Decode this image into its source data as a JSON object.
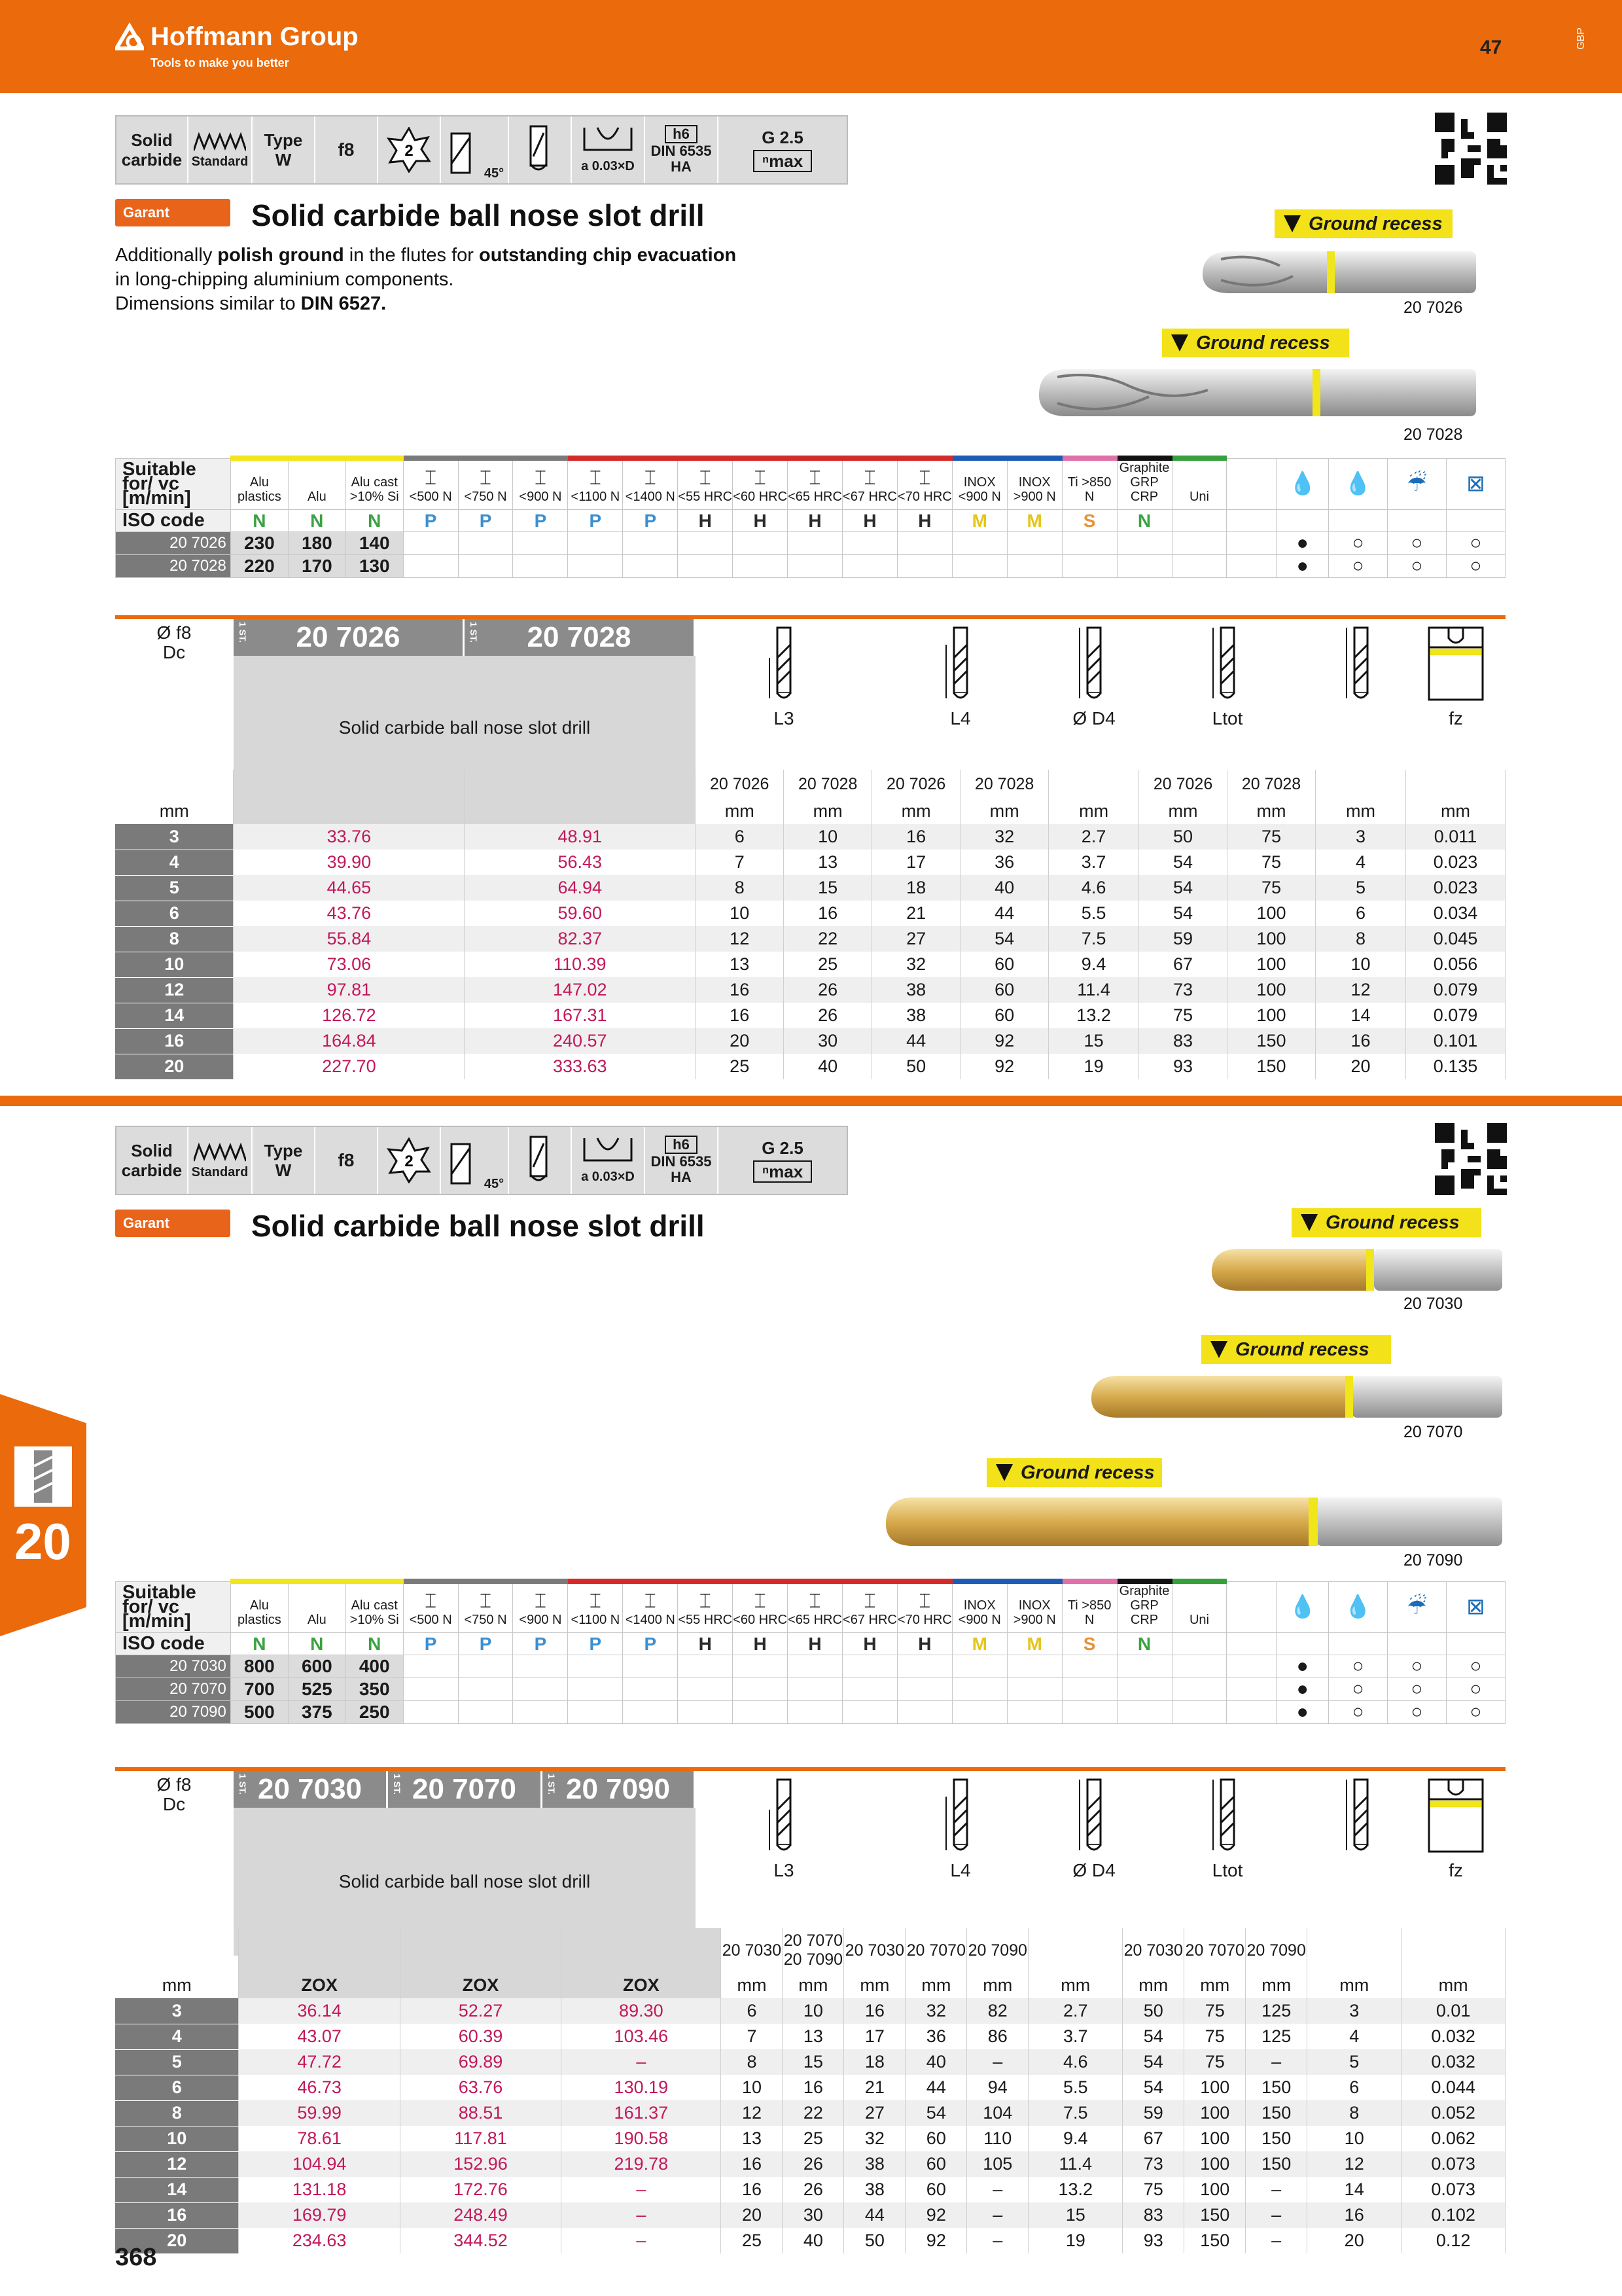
{
  "header": {
    "brand": "Hoffmann Group",
    "tagline": "Tools to make you better",
    "page_top": "47",
    "lang": "GBP"
  },
  "strip": {
    "solid": "Solid carbide",
    "standard": "Standard",
    "type": "Type",
    "type_val": "W",
    "tol": "f8",
    "flutes": "2",
    "angle": "45°",
    "ae": "a  0.03×D",
    "shank_h6": "h6",
    "shank_din": "DIN 6535 HA",
    "g25": "G 2.5",
    "nmax": "ⁿmax"
  },
  "brand_badge": "Garant",
  "section1": {
    "title": "Solid carbide ball nose slot drill",
    "desc_1a": "Additionally ",
    "desc_1b": "polish ground",
    "desc_1c": " in the flutes for ",
    "desc_1d": "outstanding chip evacuation",
    "desc_2": "in long-chipping aluminium components.",
    "desc_3a": "Dimensions similar to ",
    "desc_3b": "DIN 6527.",
    "recess": "Ground recess",
    "img_arts": [
      "20 7026",
      "20 7028"
    ],
    "rows": [
      [
        "20 7026",
        "230",
        "180",
        "140"
      ],
      [
        "20 7028",
        "220",
        "170",
        "130"
      ]
    ],
    "rows_cool": [
      [
        "●",
        "○",
        "○",
        "○"
      ],
      [
        "●",
        "○",
        "○",
        "○"
      ]
    ],
    "art_heads": [
      "20 7026",
      "20 7028"
    ],
    "art_desc": "Solid carbide ball nose slot drill",
    "sub_heads": [
      "20 7026",
      "20 7028",
      "20 7026",
      "20 7028",
      "",
      "20 7026",
      "20 7028",
      "",
      ""
    ],
    "data": [
      [
        "3",
        "33.76",
        "48.91",
        "6",
        "10",
        "16",
        "32",
        "2.7",
        "50",
        "75",
        "3",
        "0.011"
      ],
      [
        "4",
        "39.90",
        "56.43",
        "7",
        "13",
        "17",
        "36",
        "3.7",
        "54",
        "75",
        "4",
        "0.023"
      ],
      [
        "5",
        "44.65",
        "64.94",
        "8",
        "15",
        "18",
        "40",
        "4.6",
        "54",
        "75",
        "5",
        "0.023"
      ],
      [
        "6",
        "43.76",
        "59.60",
        "10",
        "16",
        "21",
        "44",
        "5.5",
        "54",
        "100",
        "6",
        "0.034"
      ],
      [
        "8",
        "55.84",
        "82.37",
        "12",
        "22",
        "27",
        "54",
        "7.5",
        "59",
        "100",
        "8",
        "0.045"
      ],
      [
        "10",
        "73.06",
        "110.39",
        "13",
        "25",
        "32",
        "60",
        "9.4",
        "67",
        "100",
        "10",
        "0.056"
      ],
      [
        "12",
        "97.81",
        "147.02",
        "16",
        "26",
        "38",
        "60",
        "11.4",
        "73",
        "100",
        "12",
        "0.079"
      ],
      [
        "14",
        "126.72",
        "167.31",
        "16",
        "26",
        "38",
        "60",
        "13.2",
        "75",
        "100",
        "14",
        "0.079"
      ],
      [
        "16",
        "164.84",
        "240.57",
        "20",
        "30",
        "44",
        "92",
        "15",
        "83",
        "150",
        "16",
        "0.101"
      ],
      [
        "20",
        "227.70",
        "333.63",
        "25",
        "40",
        "50",
        "92",
        "19",
        "93",
        "150",
        "20",
        "0.135"
      ]
    ]
  },
  "section2": {
    "title": "Solid carbide ball nose slot drill",
    "recess": "Ground recess",
    "img_arts": [
      "20 7030",
      "20 7070",
      "20 7090"
    ],
    "rows": [
      [
        "20 7030",
        "800",
        "600",
        "400"
      ],
      [
        "20 7070",
        "700",
        "525",
        "350"
      ],
      [
        "20 7090",
        "500",
        "375",
        "250"
      ]
    ],
    "rows_cool": [
      [
        "●",
        "○",
        "○",
        "○"
      ],
      [
        "●",
        "○",
        "○",
        "○"
      ],
      [
        "●",
        "○",
        "○",
        "○"
      ]
    ],
    "art_heads": [
      "20 7030",
      "20 7070",
      "20 7090"
    ],
    "art_desc": "Solid carbide ball nose slot drill",
    "coating": "ZOX",
    "sub_heads": [
      "20 7030",
      "20 7070 20 7090",
      "20 7030",
      "20 7070",
      "20 7090",
      "",
      "20 7030",
      "20 7070",
      "20 7090",
      "",
      ""
    ],
    "data": [
      [
        "3",
        "36.14",
        "52.27",
        "89.30",
        "6",
        "10",
        "16",
        "32",
        "82",
        "2.7",
        "50",
        "75",
        "125",
        "3",
        "0.01"
      ],
      [
        "4",
        "43.07",
        "60.39",
        "103.46",
        "7",
        "13",
        "17",
        "36",
        "86",
        "3.7",
        "54",
        "75",
        "125",
        "4",
        "0.032"
      ],
      [
        "5",
        "47.72",
        "69.89",
        "–",
        "8",
        "15",
        "18",
        "40",
        "–",
        "4.6",
        "54",
        "75",
        "–",
        "5",
        "0.032"
      ],
      [
        "6",
        "46.73",
        "63.76",
        "130.19",
        "10",
        "16",
        "21",
        "44",
        "94",
        "5.5",
        "54",
        "100",
        "150",
        "6",
        "0.044"
      ],
      [
        "8",
        "59.99",
        "88.51",
        "161.37",
        "12",
        "22",
        "27",
        "54",
        "104",
        "7.5",
        "59",
        "100",
        "150",
        "8",
        "0.052"
      ],
      [
        "10",
        "78.61",
        "117.81",
        "190.58",
        "13",
        "25",
        "32",
        "60",
        "110",
        "9.4",
        "67",
        "100",
        "150",
        "10",
        "0.062"
      ],
      [
        "12",
        "104.94",
        "152.96",
        "219.78",
        "16",
        "26",
        "38",
        "60",
        "105",
        "11.4",
        "73",
        "100",
        "150",
        "12",
        "0.073"
      ],
      [
        "14",
        "131.18",
        "172.76",
        "–",
        "16",
        "26",
        "38",
        "60",
        "–",
        "13.2",
        "75",
        "100",
        "–",
        "14",
        "0.073"
      ],
      [
        "16",
        "169.79",
        "248.49",
        "–",
        "20",
        "30",
        "44",
        "92",
        "–",
        "15",
        "83",
        "150",
        "–",
        "16",
        "0.102"
      ],
      [
        "20",
        "234.63",
        "344.52",
        "–",
        "25",
        "40",
        "50",
        "92",
        "–",
        "19",
        "93",
        "150",
        "–",
        "20",
        "0.12"
      ]
    ]
  },
  "suit": {
    "label": "Suitable for/ vc [m/min]",
    "iso_label": "ISO code",
    "cols": [
      "Alu plastics",
      "Alu",
      "Alu cast >10% Si",
      "<500 N",
      "<750 N",
      "<900 N",
      "<1100 N",
      "<1400 N",
      "<55 HRC",
      "<60 HRC",
      "<65 HRC",
      "<67 HRC",
      "<70 HRC",
      "INOX <900 N",
      "INOX >900 N",
      "Ti >850 N",
      "Graphite GRP CRP",
      "Uni"
    ],
    "iso": [
      "N",
      "N",
      "N",
      "P",
      "P",
      "P",
      "P",
      "P",
      "H",
      "H",
      "H",
      "H",
      "H",
      "M",
      "M",
      "S",
      "N",
      ""
    ],
    "bar_colors": [
      "#f1e51b",
      "#f1e51b",
      "#f1e51b",
      "#7a7a7a",
      "#7a7a7a",
      "#7a7a7a",
      "#d42a2a",
      "#d42a2a",
      "#d42a2a",
      "#d42a2a",
      "#d42a2a",
      "#d42a2a",
      "#d42a2a",
      "#1e5bb5",
      "#1e5bb5",
      "#e070a8",
      "#111111",
      "#35a03c"
    ],
    "iso_colors": {
      "N": "#3aa241",
      "P": "#3c8fd0",
      "H": "#2b2b2b",
      "M": "#e5c51a",
      "S": "#e79238"
    }
  },
  "dim_labels": {
    "dc": "Ø f8",
    "dc2": "Dc",
    "mm": "mm",
    "l3": "L3",
    "l4": "L4",
    "d4": "Ø D4",
    "ltot": "Ltot",
    "fz": "fz",
    "alu": "Alu"
  },
  "side_tab": "20",
  "page_num": "368"
}
